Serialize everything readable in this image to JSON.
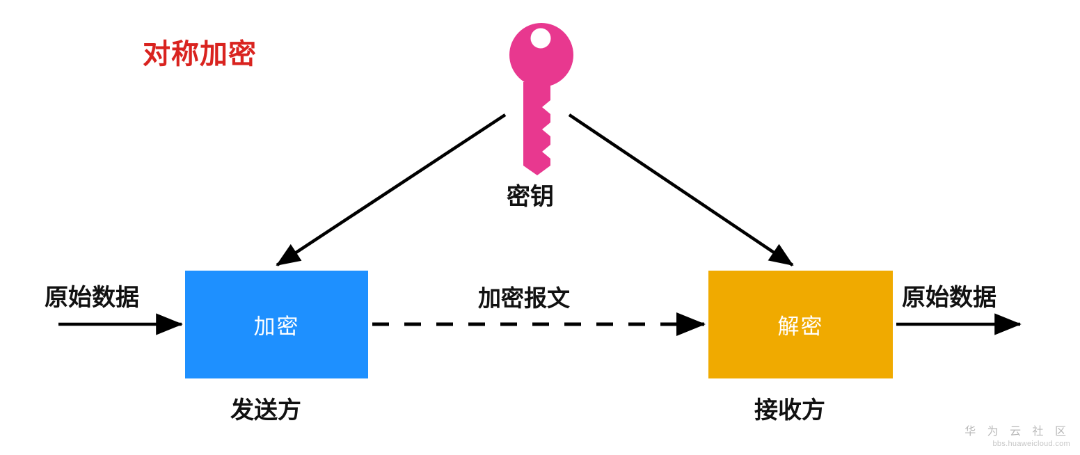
{
  "diagram": {
    "title": "对称加密",
    "title_color": "#d9231f",
    "background": "#ffffff"
  },
  "key_icon": {
    "name": "key-icon",
    "color": "#E8388F",
    "label": "密钥"
  },
  "nodes": [
    {
      "id": "encrypt",
      "label": "加密",
      "fill": "#1E90FF",
      "text_color": "#ffffff",
      "caption": "发送方"
    },
    {
      "id": "decrypt",
      "label": "解密",
      "fill": "#F0AA00",
      "text_color": "#ffffff",
      "caption": "接收方"
    }
  ],
  "edges": {
    "input_label": "原始数据",
    "channel_label": "加密报文",
    "output_label": "原始数据",
    "arrow_color": "#000000",
    "channel_style": "dashed"
  },
  "watermark": {
    "brand": "华 为 云 社 区",
    "url": "bbs.huaweicloud.com"
  }
}
